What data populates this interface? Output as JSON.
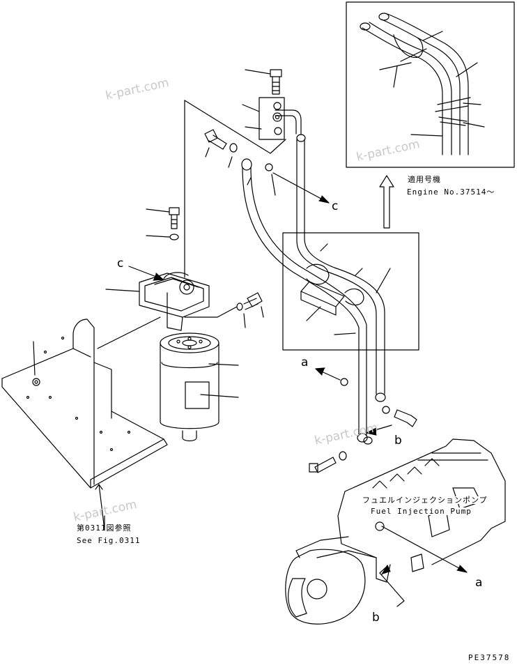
{
  "inset": {
    "label_jp": "適用号機",
    "label_en": "Engine No.37514〜"
  },
  "pump": {
    "label_jp": "フュエルインジェクションポンプ",
    "label_en": "Fuel Injection Pump"
  },
  "reference": {
    "label_jp": "第0311図参照",
    "label_en": "See Fig.0311"
  },
  "callouts": {
    "c1": "c",
    "c2": "c",
    "a1": "a",
    "a2": "a",
    "b1": "b",
    "b2": "b"
  },
  "watermarks": [
    "k-part.com",
    "k-part.com",
    "k-part.com",
    "k-part.com"
  ],
  "drawing_number": "PE37578",
  "colors": {
    "line": "#000000",
    "watermark": "#c8c8c8",
    "background": "#ffffff"
  }
}
